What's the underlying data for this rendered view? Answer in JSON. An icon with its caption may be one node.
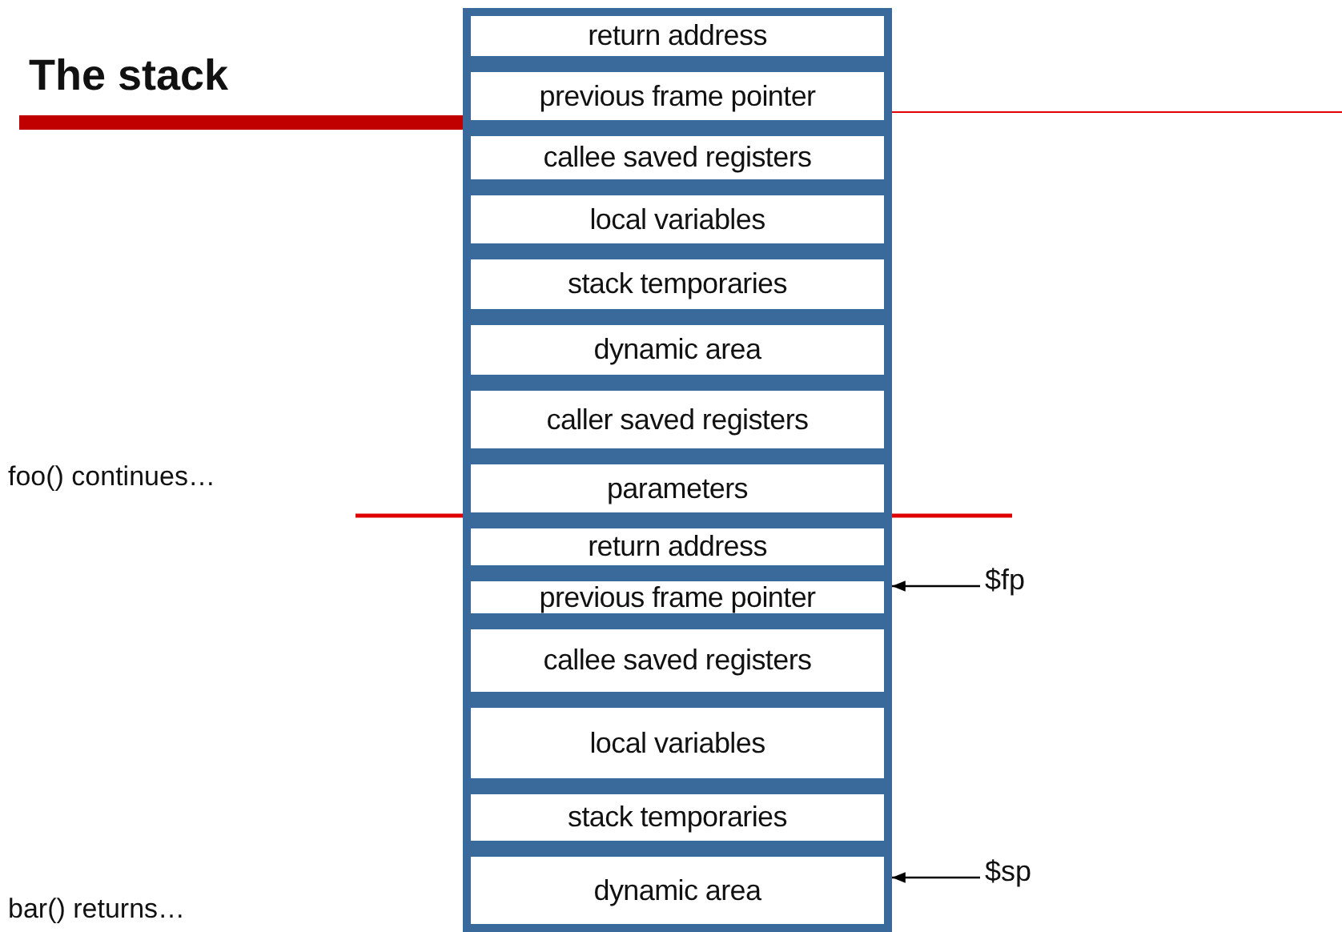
{
  "diagram": {
    "title": "The stack",
    "nodes": [
      {
        "text": [
          "return address"
        ]
      },
      {
        "text": [
          "previous frame pointer"
        ]
      },
      {
        "text": [
          "callee saved registers"
        ]
      },
      {
        "text": [
          "local variables"
        ]
      },
      {
        "text": [
          "stack temporaries"
        ]
      },
      {
        "text": [
          "dynamic area"
        ]
      },
      {
        "text": [
          "caller saved registers"
        ]
      },
      {
        "text": [
          "parameters"
        ]
      },
      {
        "text": [
          "return address"
        ]
      },
      {
        "text": [
          "previous frame pointer"
        ]
      },
      {
        "text": [
          "callee saved registers"
        ]
      },
      {
        "text": [
          "local variables"
        ]
      },
      {
        "text": [
          "stack temporaries"
        ]
      },
      {
        "text": [
          "dynamic area"
        ]
      },
      {
        "text": [
          "$fp"
        ]
      },
      {
        "text": [
          "$sp"
        ]
      }
    ],
    "edges": [
      {
        "from": 14,
        "to": 9,
        "arrow": "to"
      },
      {
        "from": 15,
        "to": 13,
        "arrow": "to"
      }
    ],
    "labels": [
      "foo() continues…",
      "bar() returns…"
    ]
  }
}
